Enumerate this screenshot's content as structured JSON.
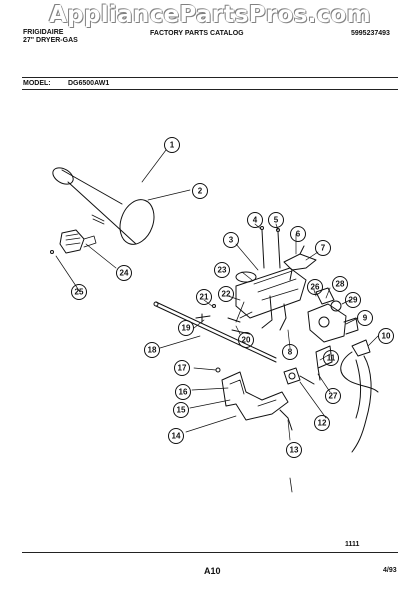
{
  "watermark": "AppliancePartsPros.com",
  "header": {
    "brand": "FRIGIDAIRE",
    "product": "27\" DRYER-GAS",
    "catalog_title": "FACTORY PARTS CATALOG",
    "catalog_number": "5995237493",
    "model_label": "MODEL:",
    "model_value": "DG6500AW1"
  },
  "callouts": [
    "1",
    "2",
    "3",
    "4",
    "5",
    "6",
    "7",
    "8",
    "9",
    "10",
    "11",
    "12",
    "13",
    "14",
    "15",
    "16",
    "17",
    "18",
    "19",
    "20",
    "21",
    "22",
    "23",
    "24",
    "25",
    "26",
    "27",
    "28",
    "29"
  ],
  "footer": {
    "small_note": "1111",
    "page_label": "A10",
    "date": "4/93"
  },
  "colors": {
    "ink": "#111111",
    "background": "#ffffff"
  }
}
